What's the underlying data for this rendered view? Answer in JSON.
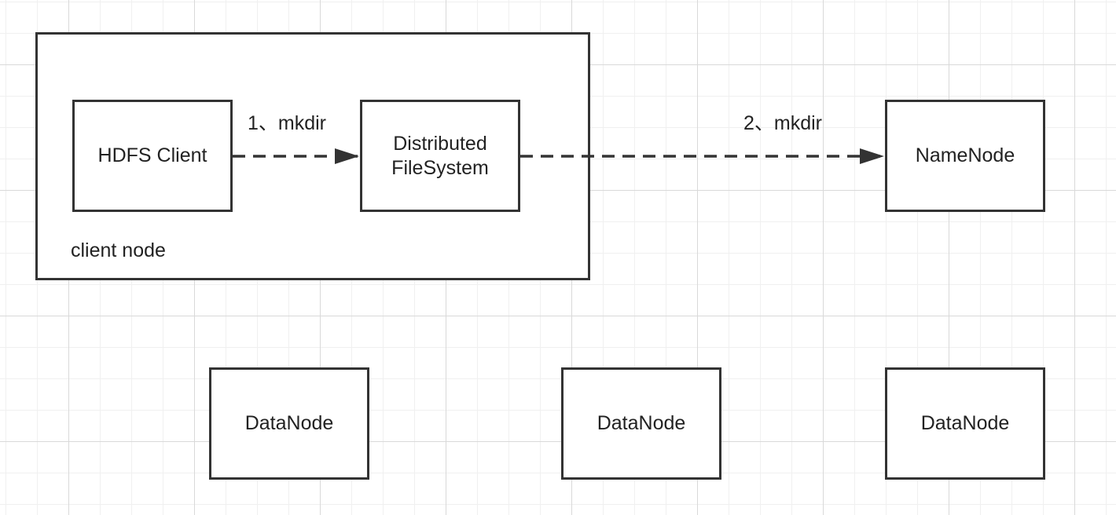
{
  "diagram": {
    "client_node": {
      "label": "client node",
      "hdfs_client": "HDFS Client",
      "dfs_line1": "Distributed",
      "dfs_line2": "FileSystem"
    },
    "namenode": "NameNode",
    "datanodes": [
      "DataNode",
      "DataNode",
      "DataNode"
    ],
    "edges": {
      "step1": "1、mkdir",
      "step2": "2、mkdir"
    },
    "colors": {
      "stroke": "#333333",
      "grid_major": "#d9d9d9",
      "grid_minor": "#f0f0f0"
    }
  }
}
